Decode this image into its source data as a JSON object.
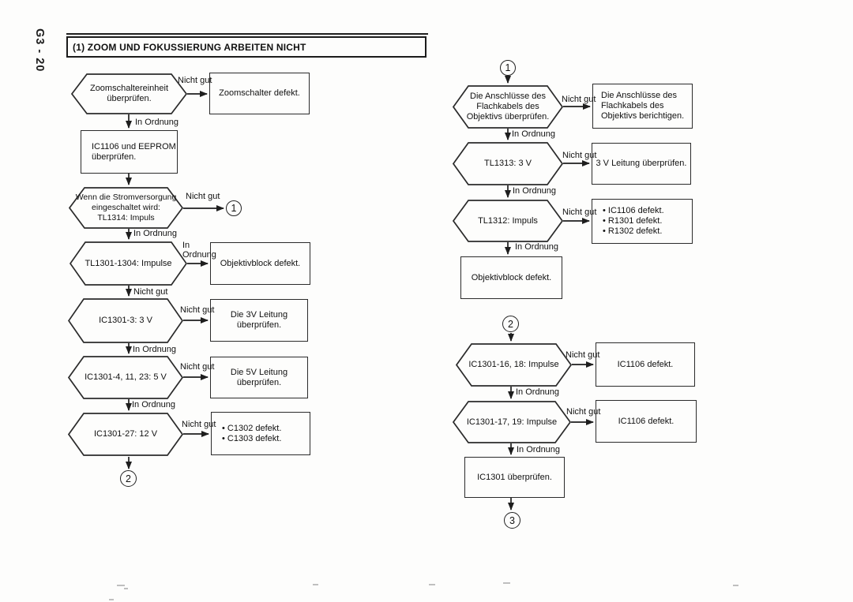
{
  "page": {
    "side_label": "G3 - 20",
    "title": "(1) ZOOM UND FOKUSSIERUNG ARBEITEN NICHT"
  },
  "labels": {
    "nicht_gut": "Nicht gut",
    "in_ordnung": "In Ordnung",
    "in_ordnung_stacked": "In\nOrdnung"
  },
  "connectors": {
    "one": "1",
    "two": "2",
    "three": "3"
  },
  "flow_left": {
    "check_zoom_switch": "Zoomschaltereinheit\nüberprüfen.",
    "zoom_switch_defekt": "Zoomschalter defekt.",
    "check_ic1106_eeprom": "IC1106 und EEPROM\nüberprüfen.",
    "power_on_tl1314": "Wenn die Stromversorgung\neingeschaltet wird:\nTL1314: Impuls",
    "tl1301_1304_impulse": "TL1301-1304: Impulse",
    "objektivblock_defekt": "Objektivblock defekt.",
    "ic1301_3_3v": "IC1301-3: 3 V",
    "check_3v_leitung": "Die 3V Leitung überprüfen.",
    "ic1301_4_11_23_5v": "IC1301-4, 11, 23: 5 V",
    "check_5v_leitung": "Die 5V Leitung überprüfen.",
    "ic1301_27_12v": "IC1301-27: 12 V",
    "c1302_c1303_defekt": "• C1302 defekt.\n• C1303 defekt."
  },
  "flow_right": {
    "check_flachkabel": "Die Anschlüsse des\nFlachkabels des\nObjektivs überprüfen.",
    "fix_flachkabel": "Die Anschlüsse des\nFlachkabels des\nObjektivs berichtigen.",
    "tl1313_3v": "TL1313: 3 V",
    "check_3v_leitung": "3 V Leitung überprüfen.",
    "tl1312_impuls": "TL1312: Impuls",
    "ic1106_r1301_r1302": "• IC1106 defekt.\n• R1301 defekt.\n• R1302 defekt.",
    "objektivblock_defekt": "Objektivblock defekt.",
    "ic1301_16_18_impulse": "IC1301-16, 18: Impulse",
    "ic1106_defekt_a": "IC1106 defekt.",
    "ic1301_17_19_impulse": "IC1301-17, 19: Impulse",
    "ic1106_defekt_b": "IC1106 defekt.",
    "check_ic1301": "IC1301 überprüfen."
  }
}
